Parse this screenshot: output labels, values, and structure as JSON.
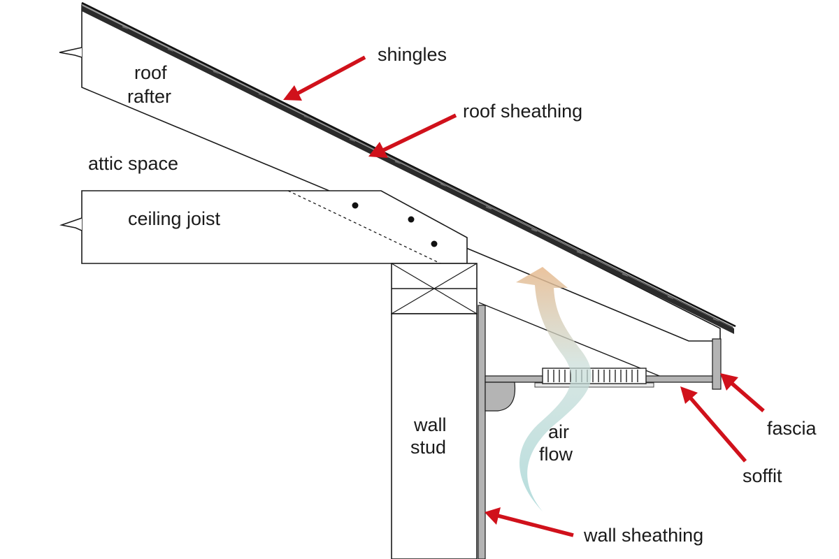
{
  "labels": {
    "shingles": "shingles",
    "roof_sheathing": "roof sheathing",
    "roof_rafter_line1": "roof",
    "roof_rafter_line2": "rafter",
    "attic_space": "attic space",
    "ceiling_joist": "ceiling joist",
    "wall_stud_line1": "wall",
    "wall_stud_line2": "stud",
    "air_flow_line1": "air",
    "air_flow_line2": "flow",
    "fascia": "fascia",
    "soffit": "soffit",
    "wall_sheathing": "wall sheathing"
  },
  "colors": {
    "arrow": "#d0111b",
    "airflow_low": "#9fd3d3",
    "airflow_high": "#e7b98d",
    "line": "#1a1a1a",
    "sheathing": "#9a9a9a"
  },
  "icons": {
    "pointer": "red-arrow-icon",
    "airflow": "curved-arrow-icon",
    "vent": "soffit-vent-icon"
  }
}
